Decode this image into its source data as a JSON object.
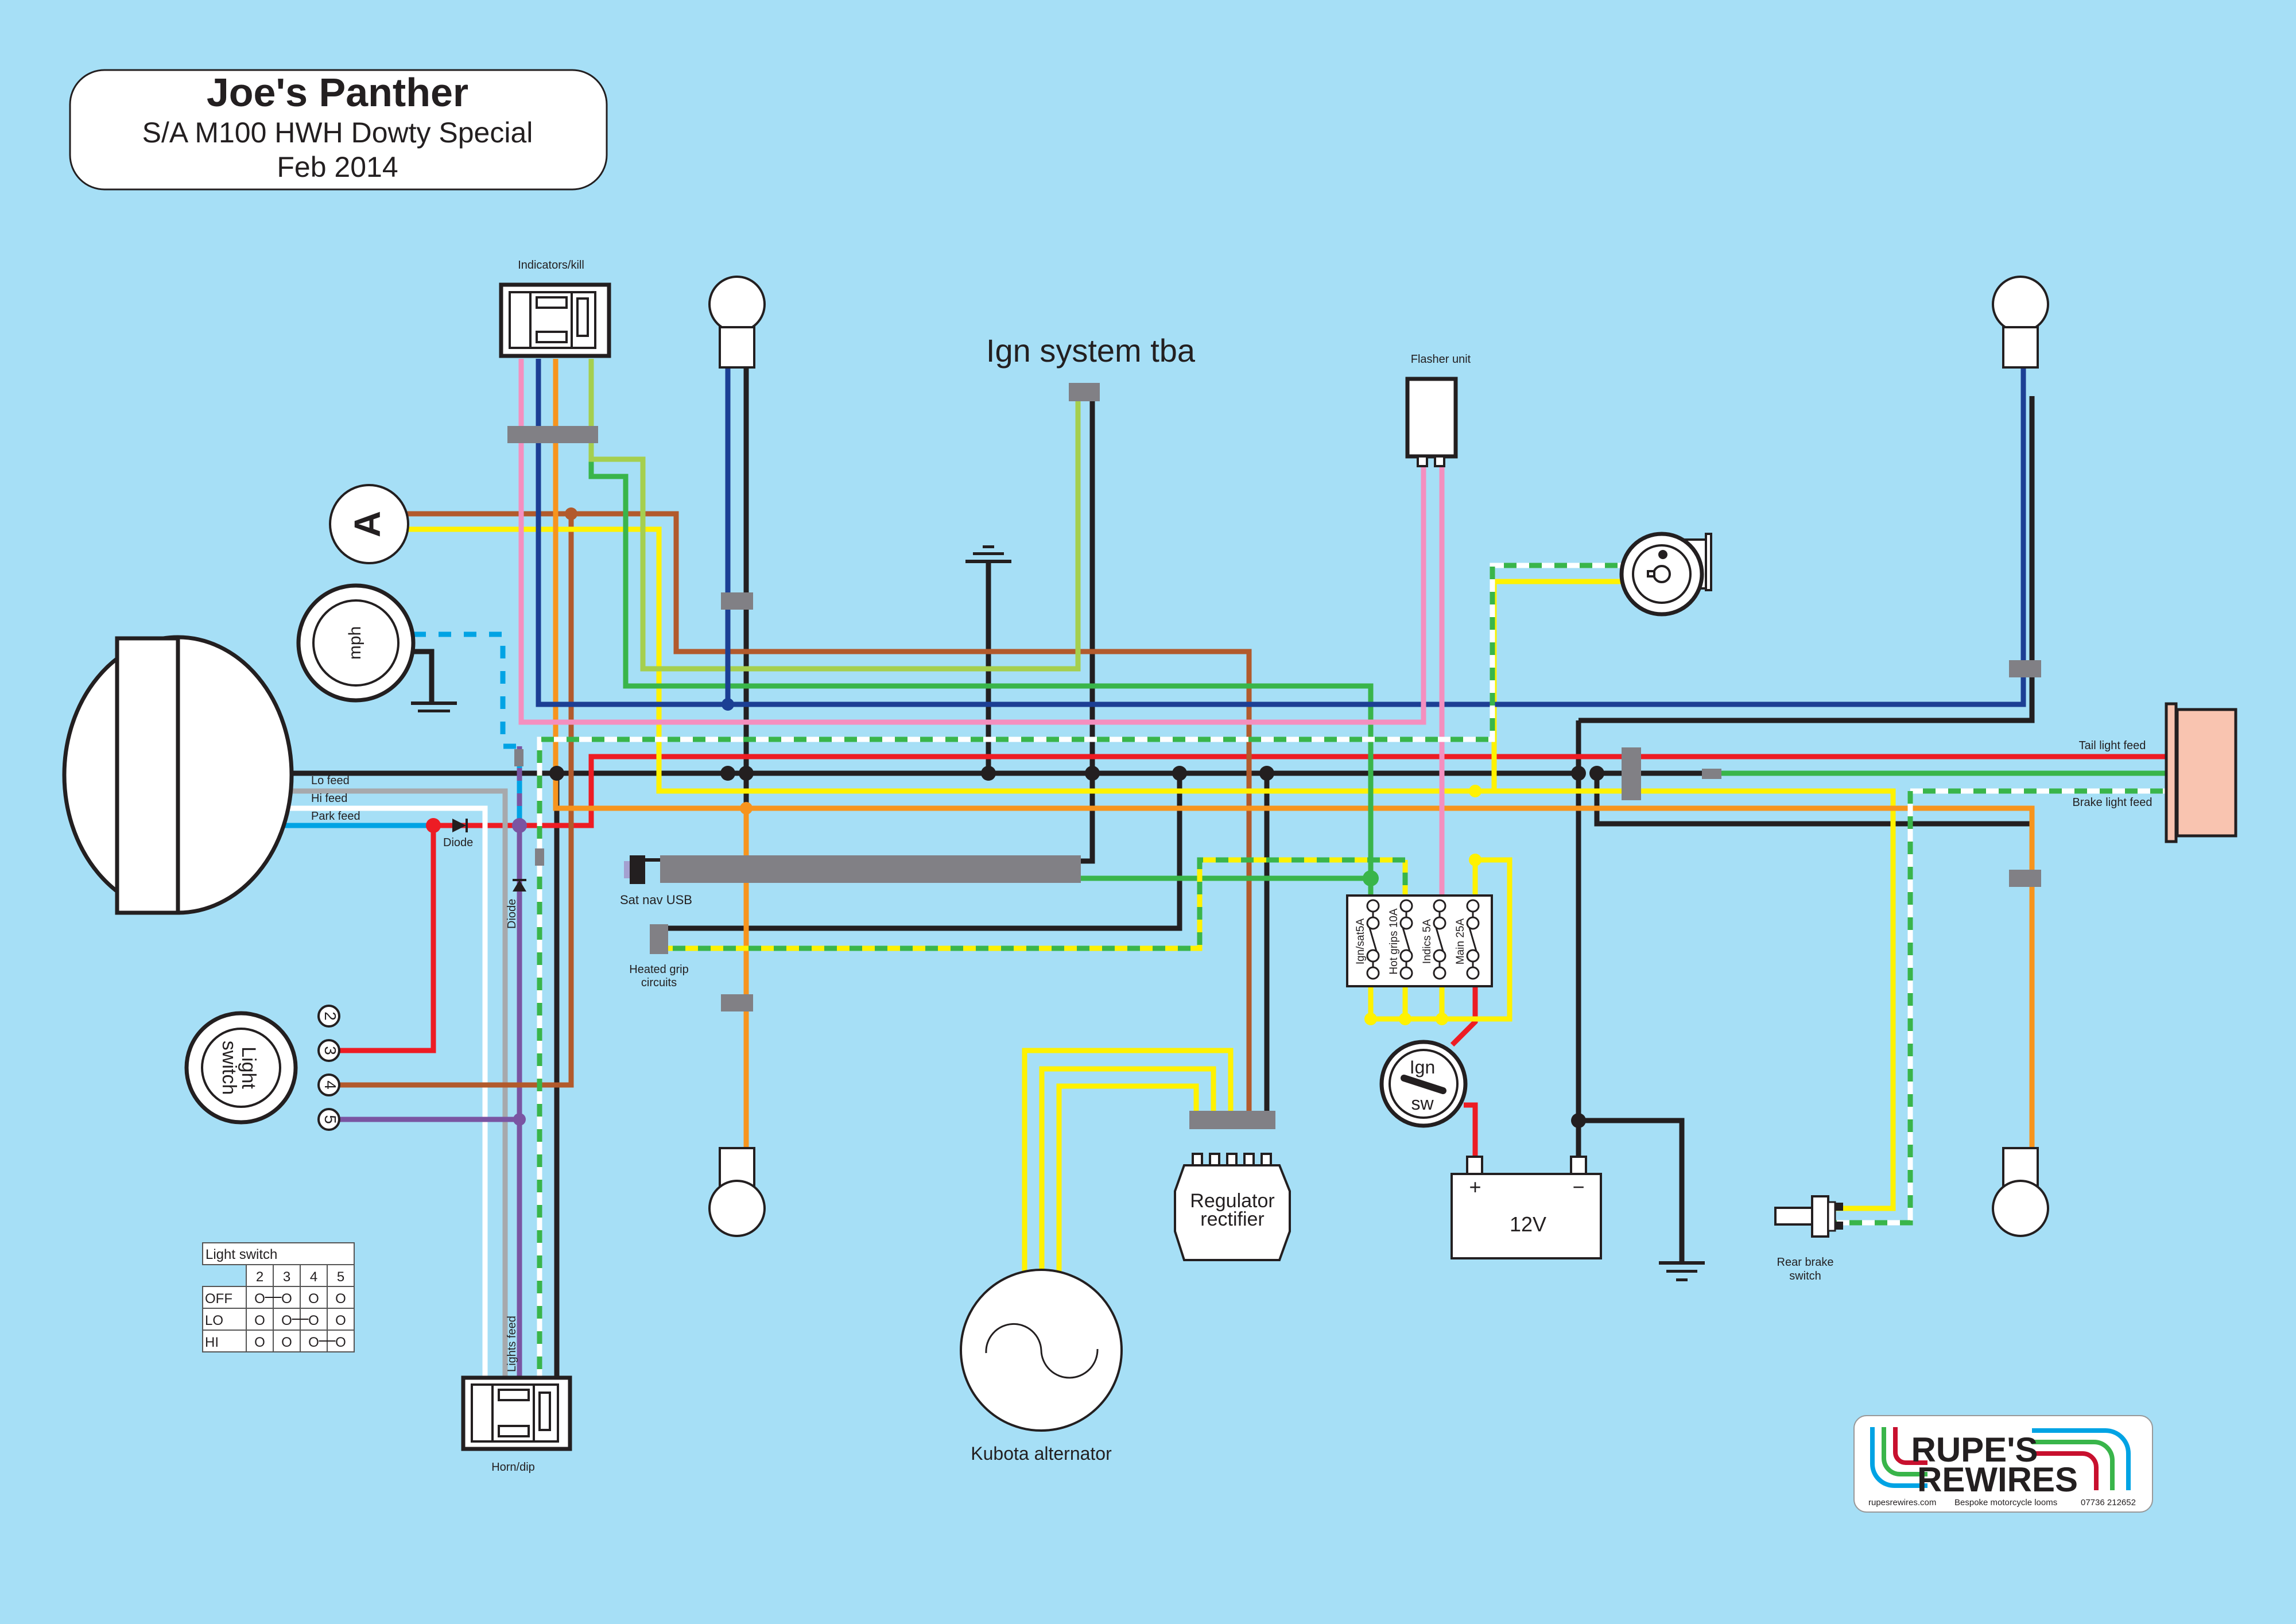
{
  "title_box": {
    "title": "Joe's Panther",
    "subtitle": "S/A M100 HWH Dowty Special",
    "date": "Feb 2014"
  },
  "wire_colors": {
    "black": "#231f20",
    "red": "#ed1c24",
    "brown": "#b25a2c",
    "yellow": "#fff200",
    "green": "#39b54a",
    "light_green": "#a5cf4e",
    "blue": "#1c3f94",
    "light_blue": "#00a3e4",
    "pink": "#f48fbf",
    "orange": "#f7941d",
    "purple": "#7a55a2",
    "grey": "#a7a9ac",
    "white": "#ffffff",
    "background": "#a6dff6",
    "connector": "#818085",
    "tail_lamp": "#f9c4b0"
  },
  "components": {
    "indicators_kill": "Indicators/kill",
    "ign_system": "Ign system tba",
    "flasher_unit": "Flasher unit",
    "ammeter": "A",
    "speedo": "mph",
    "sat_nav": "Sat nav USB",
    "heated_grips_1": "Heated grip",
    "heated_grips_2": "circuits",
    "light_switch_1": "Light",
    "light_switch_2": "switch",
    "horn_dip": "Horn/dip",
    "lights_feed": "Lights feed",
    "regulator_1": "Regulator",
    "regulator_2": "rectifier",
    "alternator": "Kubota alternator",
    "ign_sw_1": "Ign",
    "ign_sw_2": "sw",
    "battery": "12V",
    "battery_plus": "+",
    "battery_minus": "−",
    "rear_brake_1": "Rear brake",
    "rear_brake_2": "switch",
    "diode_h": "Diode",
    "diode_v": "Diode"
  },
  "wire_labels": {
    "lo_feed": "Lo feed",
    "hi_feed": "Hi feed",
    "park_feed": "Park feed",
    "tail_light_feed": "Tail light feed",
    "brake_light_feed": "Brake light feed"
  },
  "fuses": [
    {
      "label": "Ign/sat5A"
    },
    {
      "label": "Hot grips 10A"
    },
    {
      "label": "Indics 5A"
    },
    {
      "label": "Main 25A"
    }
  ],
  "light_switch_terminals": [
    "2",
    "3",
    "4",
    "5"
  ],
  "light_switch_table": {
    "title": "Light switch",
    "columns": [
      "2",
      "3",
      "4",
      "5"
    ],
    "rows": [
      {
        "label": "OFF",
        "cells": [
          "O",
          "O",
          "O",
          "O"
        ],
        "linked": [
          0,
          1
        ]
      },
      {
        "label": "LO",
        "cells": [
          "O",
          "O",
          "O",
          "O"
        ],
        "linked": [
          1,
          2
        ]
      },
      {
        "label": "HI",
        "cells": [
          "O",
          "O",
          "O",
          "O"
        ],
        "linked": [
          2,
          3
        ]
      }
    ]
  },
  "logo": {
    "line1": "RUPE'S",
    "line2": "REWIRES",
    "website": "rupesrewires.com",
    "tagline": "Bespoke motorcycle looms",
    "phone": "07736 212652"
  }
}
